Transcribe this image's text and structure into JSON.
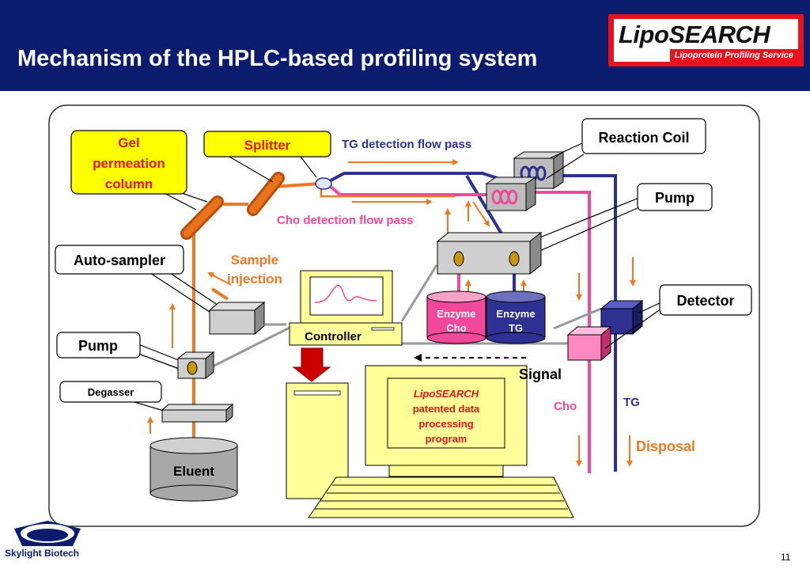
{
  "header": {
    "title": "Mechanism of the HPLC-based profiling system"
  },
  "logo": {
    "name_part1": "Lipo",
    "name_part2": "SEARCH",
    "tagline": "Lipoprotein Profiling Service"
  },
  "diagram": {
    "gel_column_lines": [
      "Gel",
      "permeation",
      "column"
    ],
    "splitter": "Splitter",
    "tg_flow": "TG detection flow pass",
    "cho_flow": "Cho detection flow pass",
    "reaction_coil": "Reaction Coil",
    "pump_right": "Pump",
    "auto_sampler": "Auto-sampler",
    "sample_injection_lines": [
      "Sample",
      "injection"
    ],
    "pump_left": "Pump",
    "degasser": "Degasser",
    "eluent": "Eluent",
    "enzyme_cho_lines": [
      "Enzyme",
      "Cho"
    ],
    "enzyme_tg_lines": [
      "Enzyme",
      "TG"
    ],
    "controller": "Controller",
    "detector": "Detector",
    "signal": "Signal",
    "cho": "Cho",
    "tg": "TG",
    "disposal": "Disposal",
    "program_lines": [
      "LipoSEARCH",
      "patented data",
      "processing",
      "program"
    ]
  },
  "footer": {
    "company": "Skylight  Biotech",
    "page": "11"
  },
  "colors": {
    "header_bg": "#0b1c6e",
    "orange": "#f07822",
    "pink": "#f0489a",
    "navy": "#2e3192",
    "callout_yellow": "#ffff00",
    "red": "#e8121c"
  }
}
